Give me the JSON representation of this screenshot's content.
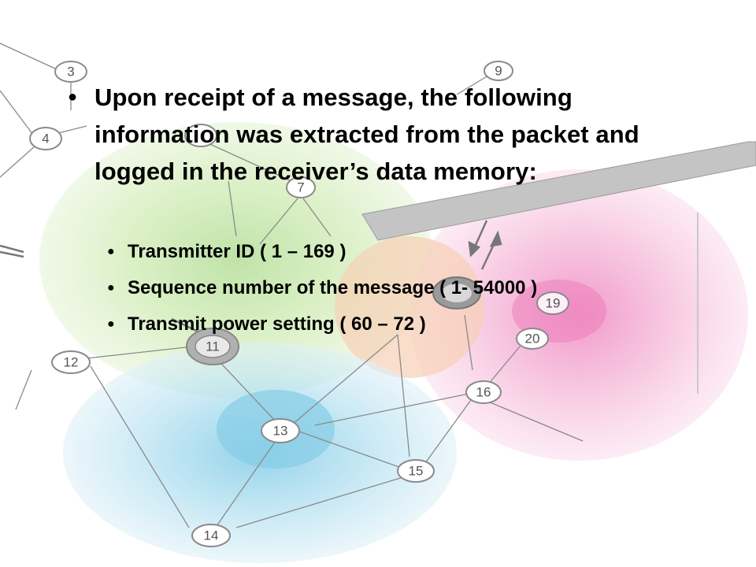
{
  "slide": {
    "main_bullet": "Upon receipt of a message, the following information was extracted from the packet and logged in the receiver’s data memory:",
    "sub_bullets": [
      "Transmitter ID ( 1 – 169 )",
      "Sequence number of the message ( 1- 54000 )",
      "Transmit power setting ( 60 – 72 )"
    ]
  },
  "diagram": {
    "nodes": [
      {
        "id": "n3",
        "label": "3"
      },
      {
        "id": "n4",
        "label": "4"
      },
      {
        "id": "n7",
        "label": "7"
      },
      {
        "id": "n9",
        "label": "9"
      },
      {
        "id": "n11",
        "label": "11"
      },
      {
        "id": "n12",
        "label": "12"
      },
      {
        "id": "n13",
        "label": "13"
      },
      {
        "id": "n14",
        "label": "14"
      },
      {
        "id": "n15",
        "label": "15"
      },
      {
        "id": "n16",
        "label": "16"
      },
      {
        "id": "n19",
        "label": "19"
      },
      {
        "id": "n20",
        "label": "20"
      }
    ],
    "colors": {
      "green_zone": "#c8e8a8",
      "blue_zone": "#9fd9ec",
      "pink_zone": "#f3a6cf",
      "orange_zone": "#f7d0b5",
      "edge": "#8a8a8a",
      "gray_bar": "#c4c4c4"
    }
  }
}
